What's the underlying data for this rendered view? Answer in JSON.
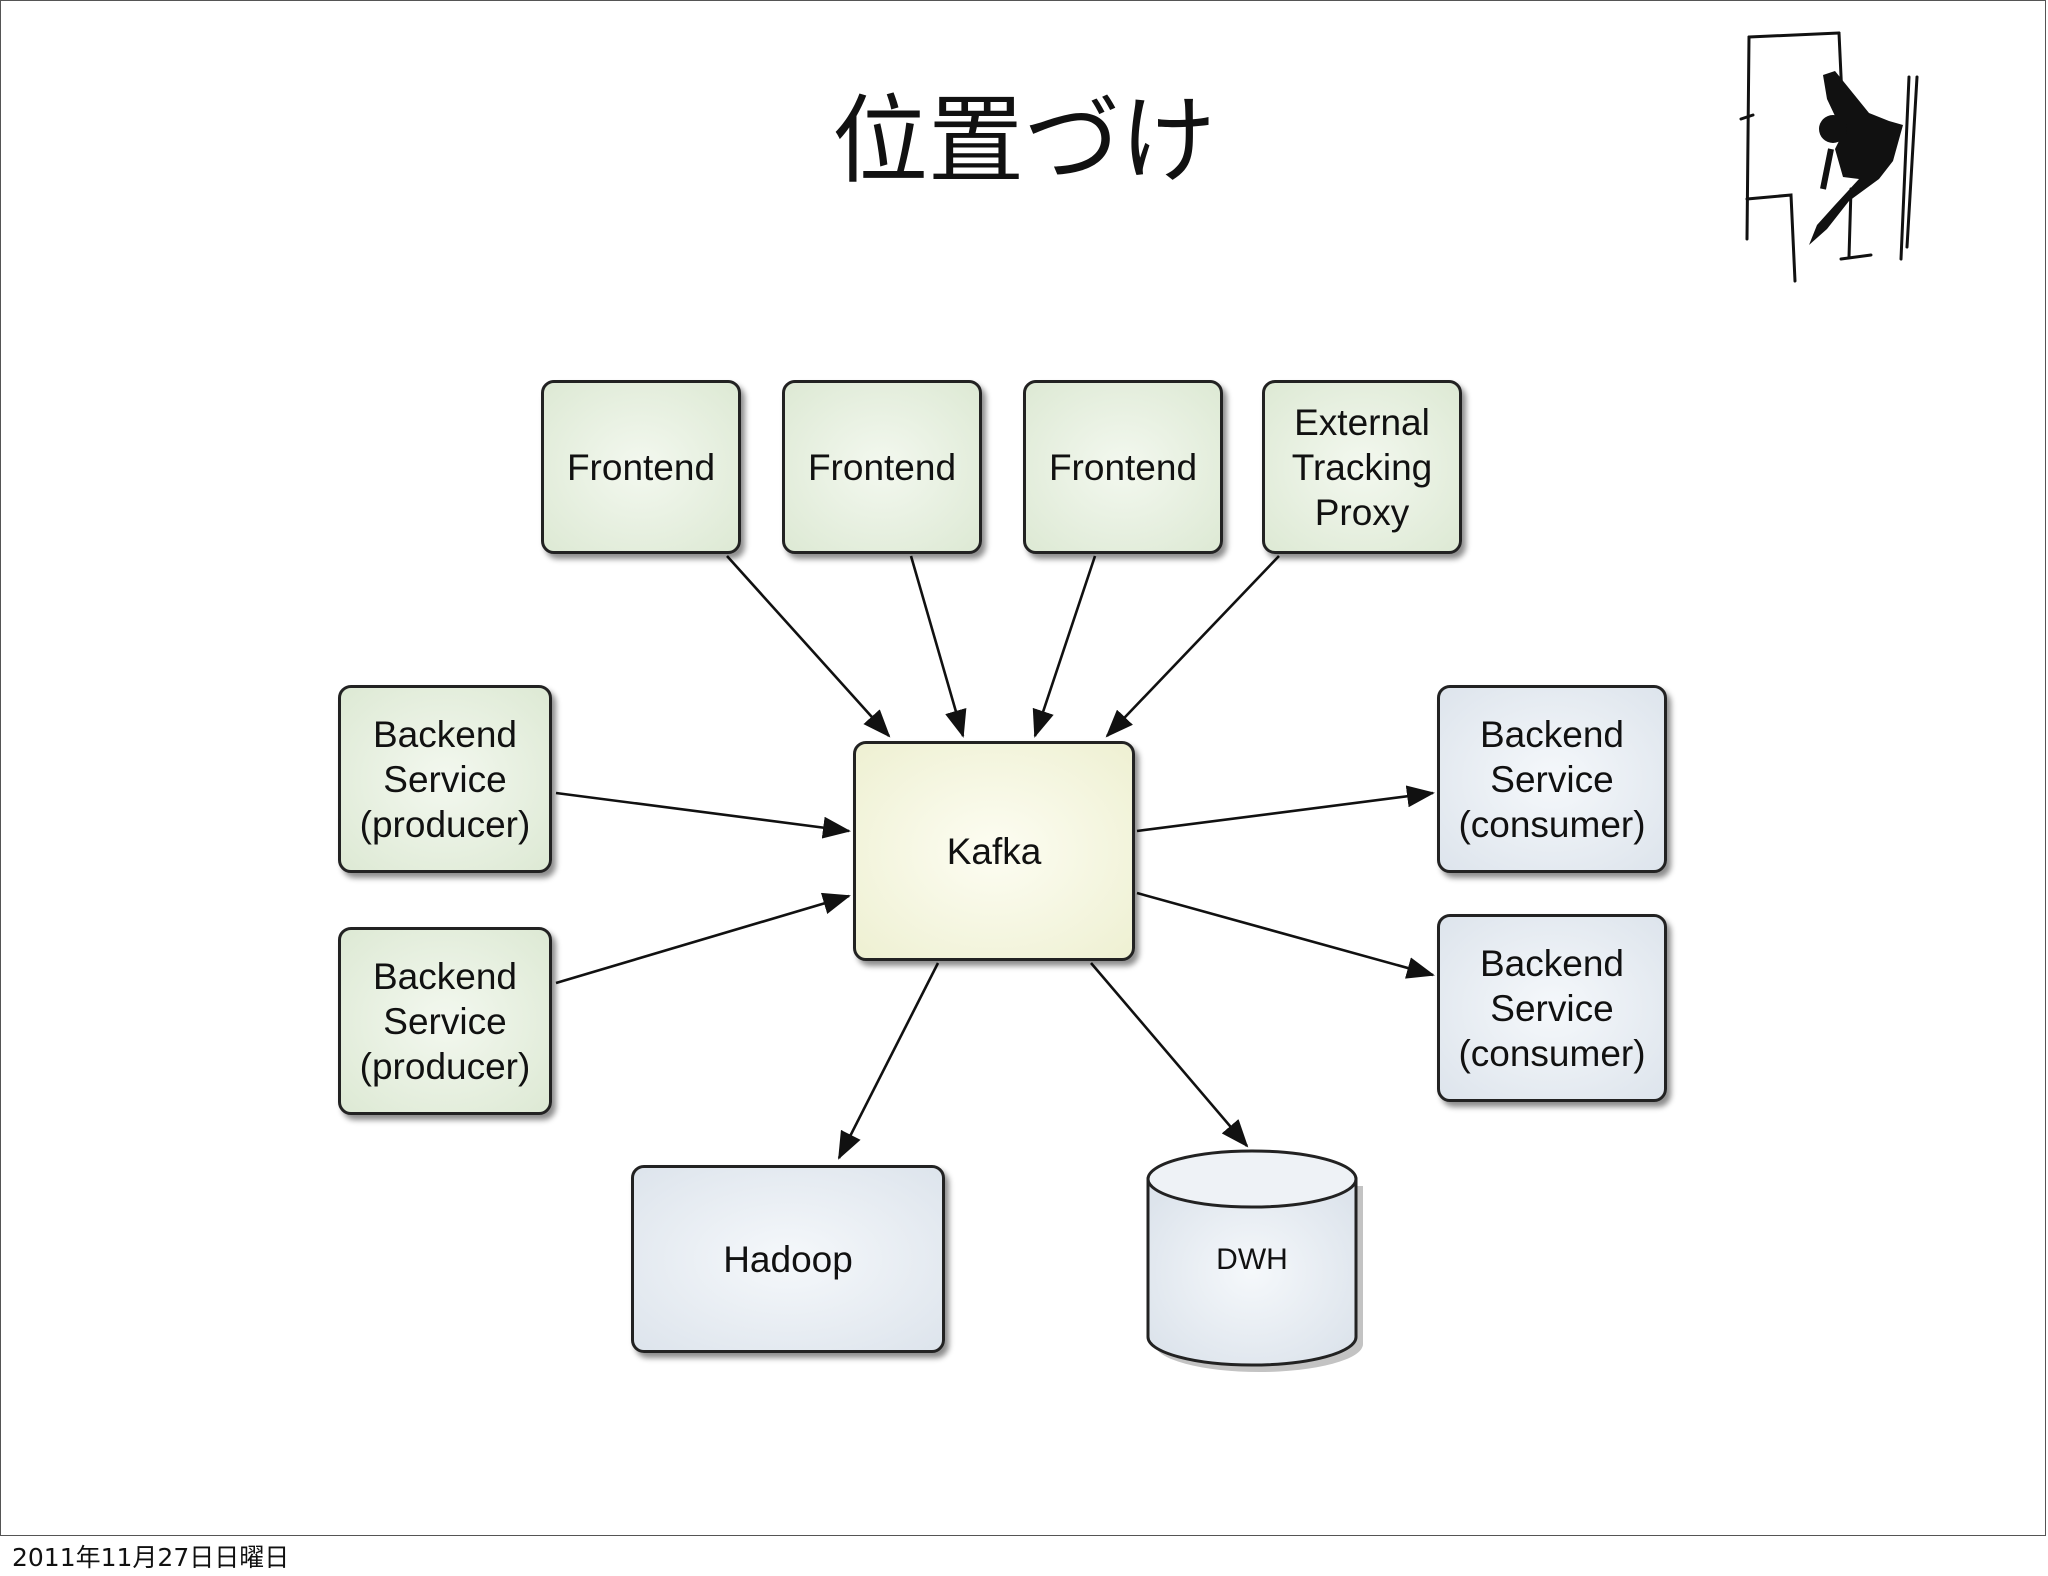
{
  "slide": {
    "title": "位置づけ",
    "footer": "2011年11月27日日曜日"
  },
  "diagram": {
    "nodes": {
      "frontend1": "Frontend",
      "frontend2": "Frontend",
      "frontend3": "Frontend",
      "external": "External\nTracking\nProxy",
      "producer1": "Backend\nService\n(producer)",
      "producer2": "Backend\nService\n(producer)",
      "kafka": "Kafka",
      "consumer1": "Backend\nService\n(consumer)",
      "consumer2": "Backend\nService\n(consumer)",
      "hadoop": "Hadoop",
      "dwh": "DWH"
    },
    "edges": [
      {
        "from": "frontend1",
        "to": "kafka"
      },
      {
        "from": "frontend2",
        "to": "kafka"
      },
      {
        "from": "frontend3",
        "to": "kafka"
      },
      {
        "from": "external",
        "to": "kafka"
      },
      {
        "from": "producer1",
        "to": "kafka"
      },
      {
        "from": "producer2",
        "to": "kafka"
      },
      {
        "from": "kafka",
        "to": "consumer1"
      },
      {
        "from": "kafka",
        "to": "consumer2"
      },
      {
        "from": "kafka",
        "to": "hadoop"
      },
      {
        "from": "kafka",
        "to": "dwh"
      }
    ]
  },
  "colors": {
    "producer_fill": "#dde9d4",
    "consumer_fill": "#dde4ec",
    "kafka_fill": "#eef0d2",
    "stroke": "#222222"
  },
  "decoration": {
    "sketch_icon": "sketch-figure-icon"
  }
}
